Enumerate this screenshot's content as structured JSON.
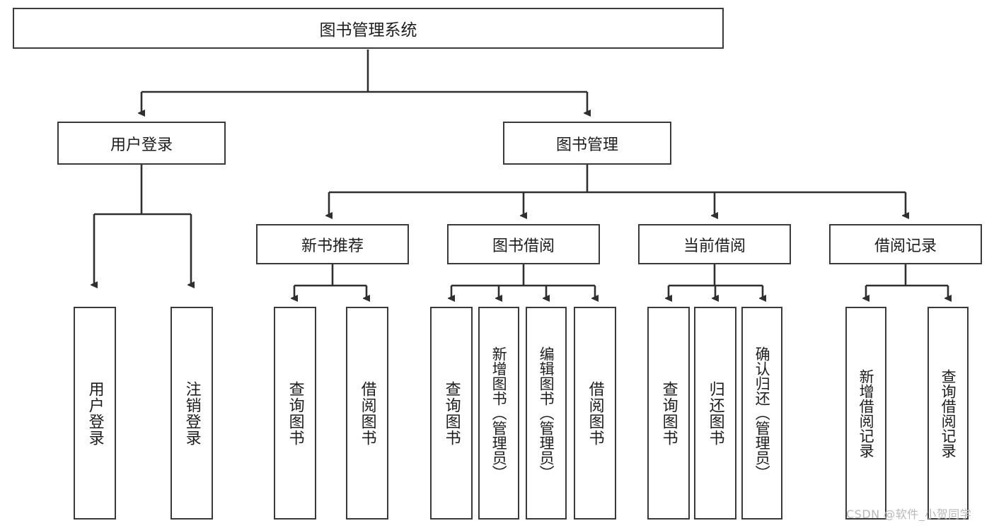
{
  "diagram": {
    "type": "hierarchy-tree",
    "title": "图书管理系统",
    "watermark": "CSDN @软件_小贺同学",
    "colors": {
      "box_border": "#3a3a3a",
      "box_fill": "#ffffff",
      "connector": "#2f2f2f",
      "text": "#1d1d1d",
      "watermark": "#b8b8b8"
    },
    "root": {
      "label": "图书管理系统"
    },
    "tier1": [
      {
        "label": "用户登录"
      },
      {
        "label": "图书管理"
      }
    ],
    "tier2": [
      {
        "label": "新书推荐"
      },
      {
        "label": "图书借阅"
      },
      {
        "label": "当前借阅"
      },
      {
        "label": "借阅记录"
      }
    ],
    "leaves": {
      "user_login": [
        {
          "label": "用户登录"
        },
        {
          "label": "注销登录"
        }
      ],
      "new_book_recommend": [
        {
          "label": "查询图书"
        },
        {
          "label": "借阅图书"
        }
      ],
      "book_borrow": [
        {
          "label": "查询图书"
        },
        {
          "label": "新增图书（管理员）"
        },
        {
          "label": "编辑图书（管理员）"
        },
        {
          "label": "借阅图书"
        }
      ],
      "current_borrow": [
        {
          "label": "查询图书"
        },
        {
          "label": "归还图书"
        },
        {
          "label": "确认归还（管理员）"
        }
      ],
      "borrow_record": [
        {
          "label": "新增借阅记录"
        },
        {
          "label": "查询借阅记录"
        }
      ]
    }
  }
}
